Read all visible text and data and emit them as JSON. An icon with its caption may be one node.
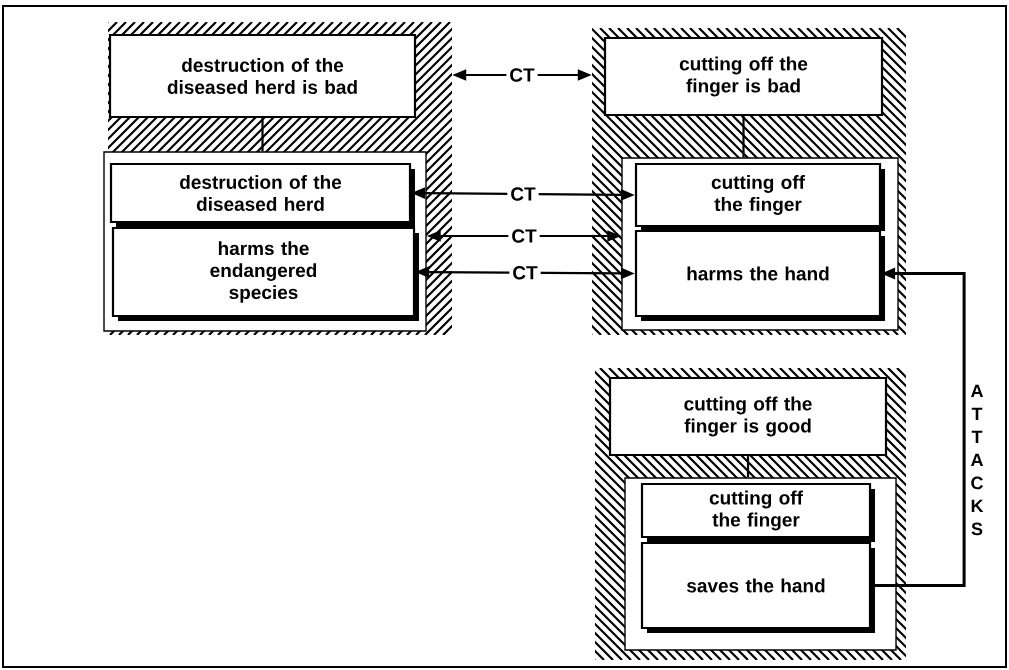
{
  "diagram": {
    "nodes": [
      {
        "text": [],
        "shape": "box"
      },
      {
        "text": [
          "destruction of the diseased herd is bad"
        ],
        "in": 0
      },
      {
        "text": [],
        "shape": "box",
        "in": 0
      },
      {
        "text": [
          "destruction of the diseased herd"
        ],
        "in": 2
      },
      {
        "text": [
          "harms the endangered species"
        ],
        "in": 2
      },
      {
        "text": [],
        "shape": "box"
      },
      {
        "text": [
          "cutting off the finger is bad"
        ],
        "in": 5
      },
      {
        "text": [],
        "shape": "box",
        "in": 5
      },
      {
        "text": [
          "cutting off the finger"
        ],
        "in": 7
      },
      {
        "text": [
          "harms the hand"
        ],
        "in": 7
      },
      {
        "text": [],
        "shape": "box"
      },
      {
        "text": [
          "cutting off the finger is good"
        ],
        "in": 10
      },
      {
        "text": [],
        "shape": "box",
        "in": 10
      },
      {
        "text": [
          "cutting off the finger"
        ],
        "in": 12
      },
      {
        "text": [
          "saves the hand"
        ],
        "in": 12
      }
    ],
    "edges": [
      {
        "from": 1,
        "to": 2,
        "arrow": "none"
      },
      {
        "from": 6,
        "to": 7,
        "arrow": "none"
      },
      {
        "from": 11,
        "to": 12,
        "arrow": "none"
      },
      {
        "from": 0,
        "to": 5,
        "arrow": "both",
        "label": "CT"
      },
      {
        "from": 3,
        "to": 8,
        "arrow": "both",
        "label": "CT"
      },
      {
        "from": 2,
        "to": 7,
        "arrow": "both",
        "label": "CT"
      },
      {
        "from": 4,
        "to": 9,
        "arrow": "both",
        "label": "CT"
      },
      {
        "from": 14,
        "to": 9,
        "arrow": "to",
        "label": "ATTACKS"
      }
    ]
  }
}
